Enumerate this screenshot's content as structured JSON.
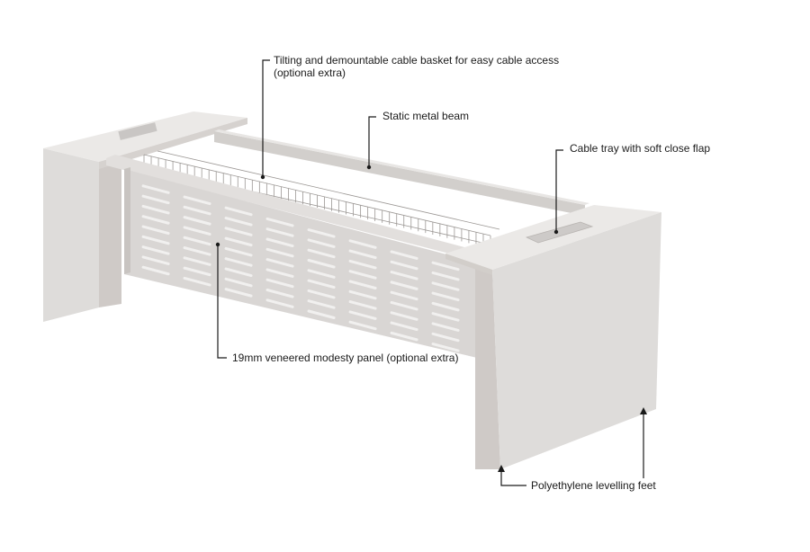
{
  "labels": {
    "cable_basket": {
      "line1": "Tilting and demountable cable basket for easy cable access",
      "line2": "(optional extra)"
    },
    "metal_beam": "Static metal beam",
    "cable_tray": "Cable tray with soft close flap",
    "modesty_panel": "19mm veneered modesty panel (optional extra)",
    "levelling_feet": "Polyethylene levelling feet"
  },
  "colors": {
    "panel_front": "#dedcda",
    "panel_top": "#ebe9e7",
    "panel_edge": "#cfcac7",
    "leader": "#1a1a1a"
  }
}
